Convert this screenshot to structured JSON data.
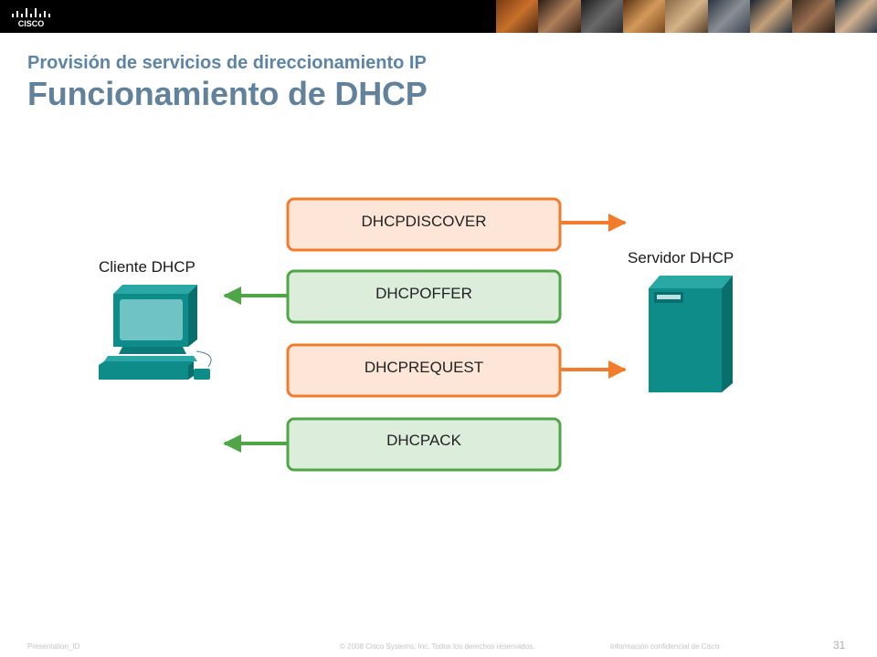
{
  "header": {
    "subtitle": "Provisión de servicios de direccionamiento IP",
    "title": "Funcionamiento de DHCP",
    "logo_text": "CISCO"
  },
  "diagram": {
    "client_label": "Cliente DHCP",
    "server_label": "Servidor DHCP",
    "messages": [
      {
        "label": "DHCPDISCOVER",
        "direction": "to-server",
        "color": "orange"
      },
      {
        "label": "DHCPOFFER",
        "direction": "to-client",
        "color": "green"
      },
      {
        "label": "DHCPREQUEST",
        "direction": "to-server",
        "color": "orange"
      },
      {
        "label": "DHCPACK",
        "direction": "to-client",
        "color": "green"
      }
    ],
    "colors": {
      "orange_border": "#f07c2c",
      "orange_fill": "#fde6d8",
      "green_border": "#4fa646",
      "green_fill": "#dceedb",
      "device_teal": "#0d8c8a"
    }
  },
  "footer": {
    "presentation_id": "Presentation_ID",
    "copyright": "© 2008 Cisco Systems, Inc. Todos los derechos reservados.",
    "confidential": "Información confidencial de Cisco",
    "page_number": "31"
  }
}
